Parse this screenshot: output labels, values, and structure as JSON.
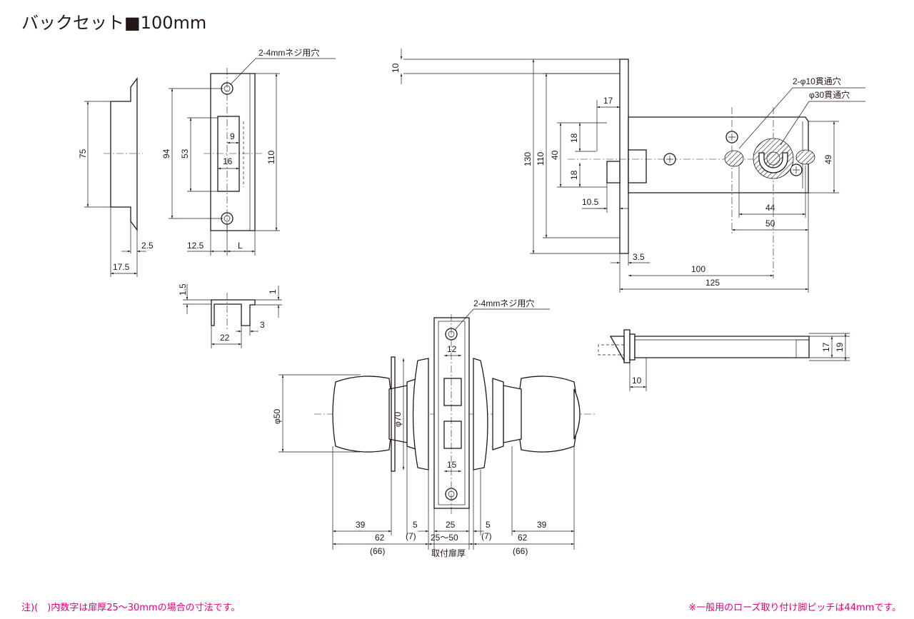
{
  "title": "バックセット■100mm",
  "strike_side": {
    "height": "75",
    "thickness": "2.5",
    "depth": "17.5"
  },
  "strike_front": {
    "label": "2-4mmネジ用穴",
    "hole_pitch": "94",
    "slot_height": "53",
    "height": "110",
    "slot_w1": "9",
    "slot_w2": "16",
    "offset": "12.5",
    "width": "L"
  },
  "strike_box": {
    "t1": "1.5",
    "t2": "1",
    "width": "22",
    "depth": "3"
  },
  "latch_front": {
    "top_offset": "10",
    "plate_height": "130",
    "plate_inner": "110",
    "bolt_height": "40",
    "bolt_proj": "17",
    "half1": "18",
    "half2": "18",
    "bolt_offset": "10.5",
    "body_height": "49",
    "pitch": "44",
    "span": "50",
    "plate_t": "3.5",
    "backset": "100",
    "length": "125",
    "hole1": "2-φ10貫通穴",
    "hole2": "φ30貫通穴"
  },
  "latch_side": {
    "h1": "17",
    "h2": "19",
    "w": "10"
  },
  "knob": {
    "label": "2-4mmネジ用穴",
    "knob_dia": "φ50",
    "rose_dia": "φ70",
    "slot1": "12",
    "slot2": "15",
    "left_len": "39",
    "left_total": "62",
    "left_total_alt": "(66)",
    "left_rose": "5",
    "left_rose_alt": "(7)",
    "plate_w": "25",
    "door_range": "25～50",
    "door_label": "取付扉厚",
    "right_rose": "5",
    "right_rose_alt": "(7)",
    "right_total": "62",
    "right_total_alt": "(66)",
    "right_len": "39"
  },
  "notes": {
    "left": "注)(　)内数字は扉厚25～30mmの場合の寸法です。",
    "right": "※一般用のローズ取り付け脚ピッチは44mmです。"
  }
}
